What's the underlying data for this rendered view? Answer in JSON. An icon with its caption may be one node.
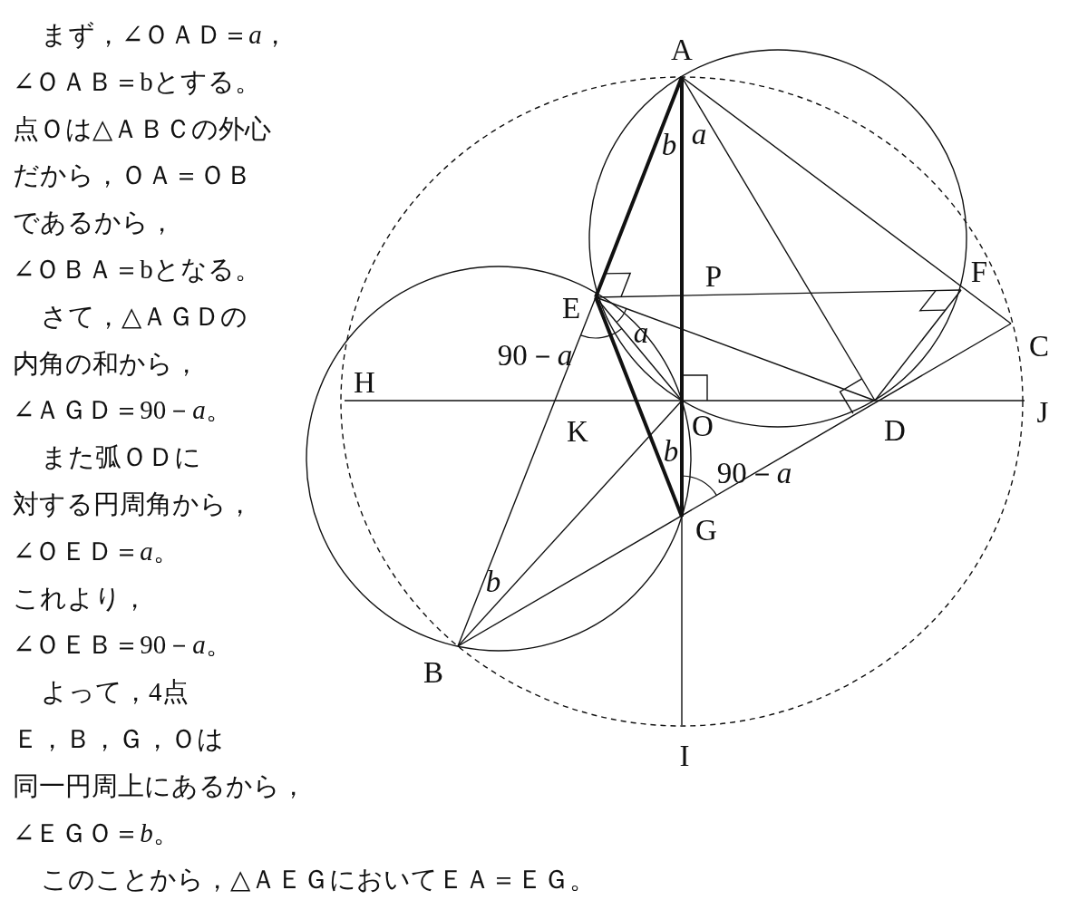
{
  "diagram": {
    "labels": [
      "まず，∠ＯＡＤ＝*a*，",
      "∠ＯＡＢ＝bとする。",
      "点Ｏは△ＡＢＣの外心",
      "だから，ＯＡ＝ＯＢ",
      "であるから，",
      "∠ＯＢＡ＝bとなる。",
      "さて，△ＡＧＤの",
      "内角の和から，",
      "∠ＡＧＤ＝90－*a*。",
      "また弧ＯＤに",
      "対する円周角から，",
      "∠ＯＥＤ＝*a*。",
      "これより，",
      "∠ＯＥＢ＝90－*a*。",
      "よって，4点",
      "Ｅ，Ｂ，Ｇ，Ｏは",
      "同一円周上にあるから，",
      "∠ＥＧＯ＝*b*。",
      "このことから，△ＡＥＧにおいてＥＡ＝ＥＧ。",
      "A",
      "*b*",
      "*a*",
      "P",
      "E",
      "F",
      "C",
      "*a*",
      "90－*a*",
      "H",
      "K",
      "O",
      "D",
      "J",
      "*b*",
      "90－*a*",
      "G",
      "*b*",
      "B",
      "I"
    ]
  }
}
